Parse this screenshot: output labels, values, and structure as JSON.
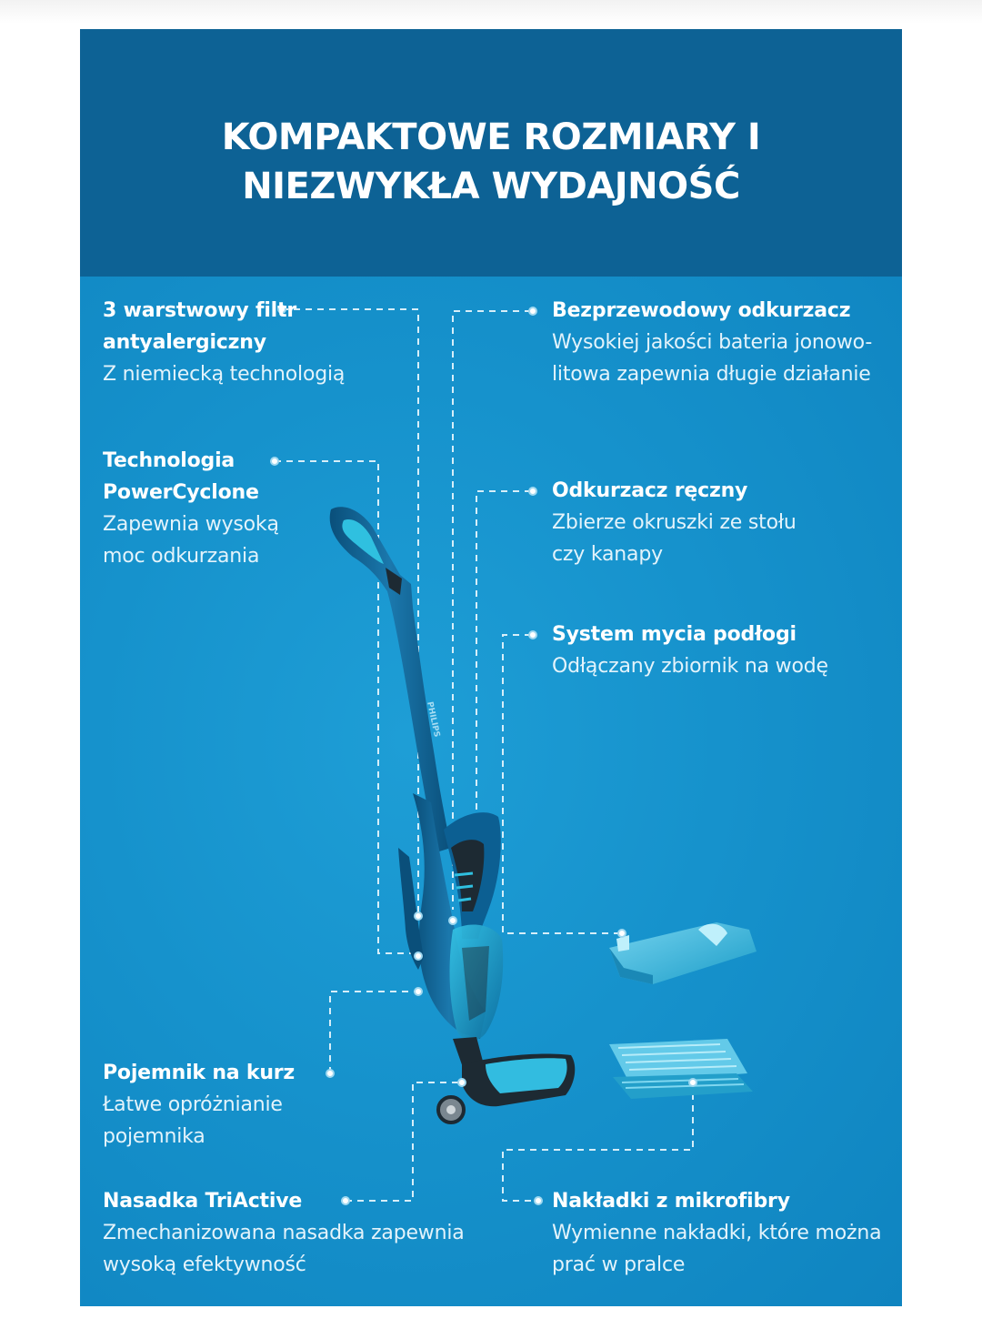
{
  "header": {
    "title": "KOMPAKTOWE ROZMIARY I NIEZWYKŁA WYDAJNOŚĆ"
  },
  "features": {
    "filter": {
      "title": "3 warstwowy filtr antyalergiczny",
      "desc": "Z niemiecką technologią"
    },
    "powercyclone": {
      "title": "Technologia PowerCyclone",
      "desc": "Zapewnia wysoką moc odkurzania"
    },
    "dust_container": {
      "title": "Pojemnik na kurz",
      "desc": "Łatwe opróżnianie pojemnika"
    },
    "triactive": {
      "title": "Nasadka TriActive",
      "desc": "Zmechanizowana nasadka zapewnia wysoką efektywność"
    },
    "cordless": {
      "title": "Bezprzewodowy odkurzacz",
      "desc": "Wysokiej jakości bateria jonowo-litowa zapewnia długie działanie"
    },
    "handheld": {
      "title": "Odkurzacz ręczny",
      "desc": "Zbierze okruszki ze stołu czy kanapy"
    },
    "mopping": {
      "title": "System mycia podłogi",
      "desc": "Odłączany zbiornik na wodę"
    },
    "microfiber": {
      "title": "Nakładki z mikrofibry",
      "desc": "Wymienne nakładki, które można prać w pralce"
    }
  },
  "product": {
    "brand_text": "PHILIPS",
    "colors": {
      "header_bg": "#0d6295",
      "body_bg": "#1692cc",
      "vacuum_blue": "#0a5f8e",
      "accent_teal": "#2fc0e0",
      "dark_parts": "#1d2a33"
    }
  }
}
